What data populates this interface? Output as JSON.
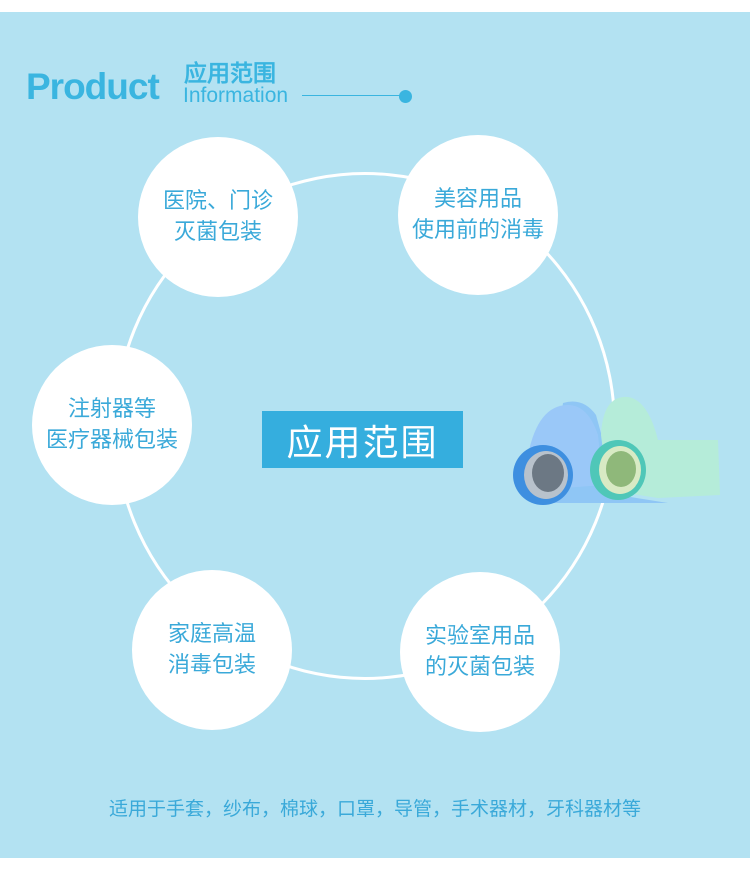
{
  "header": {
    "product": "Product",
    "cn_title": "应用范围",
    "en_sub": "Information"
  },
  "center_label": "应用范围",
  "bubbles": [
    {
      "line1": "医院、门诊",
      "line2": "灭菌包装"
    },
    {
      "line1": "美容用品",
      "line2": "使用前的消毒"
    },
    {
      "line1": "注射器等",
      "line2": "医疗器械包装"
    },
    {
      "line1": "家庭高温",
      "line2": "消毒包装"
    },
    {
      "line1": "实验室用品",
      "line2": "的灭菌包装"
    }
  ],
  "footer": "适用于手套，纱布，棉球，口罩，导管，手术器材，牙科器材等",
  "colors": {
    "background": "#b3e2f2",
    "accent": "#35aede",
    "text": "#3aa9d9"
  }
}
